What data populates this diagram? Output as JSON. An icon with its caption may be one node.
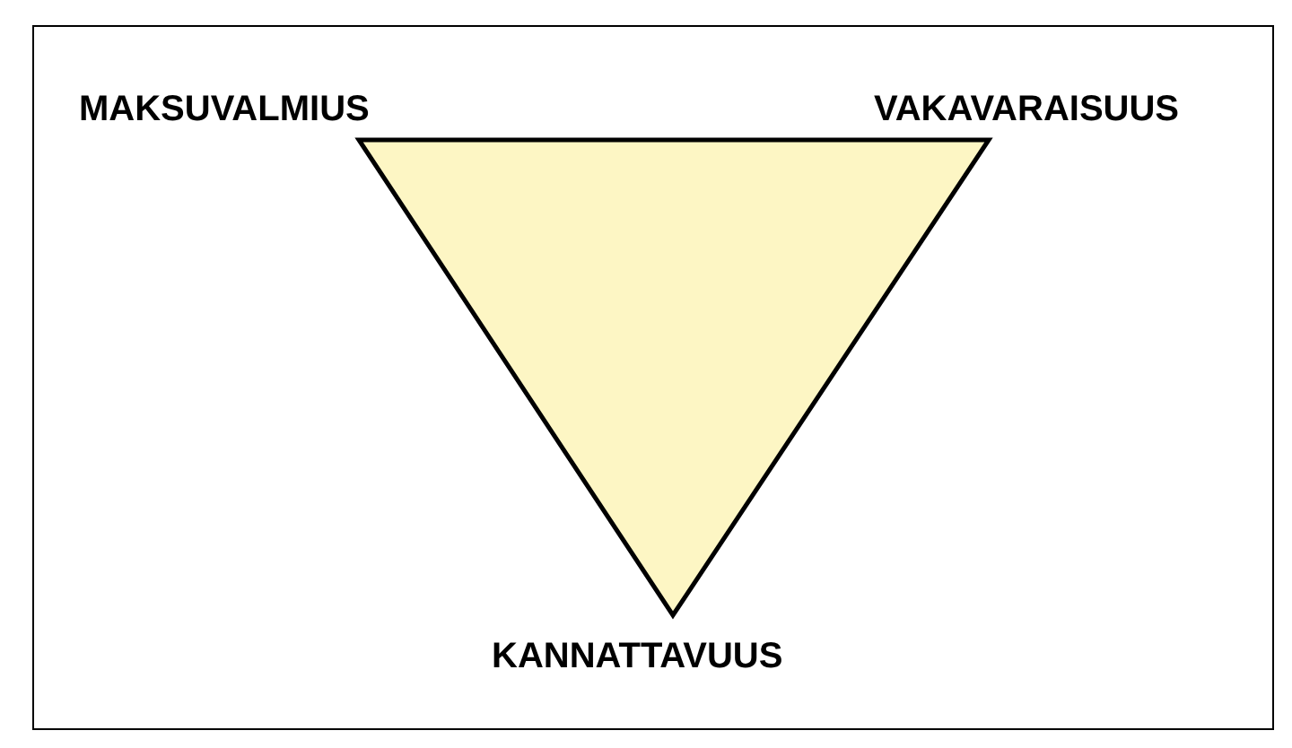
{
  "diagram": {
    "labels": [
      "MAKSUVALMIUS",
      "VAKAVARAISUUS",
      "KANNATTAVUUS"
    ]
  }
}
